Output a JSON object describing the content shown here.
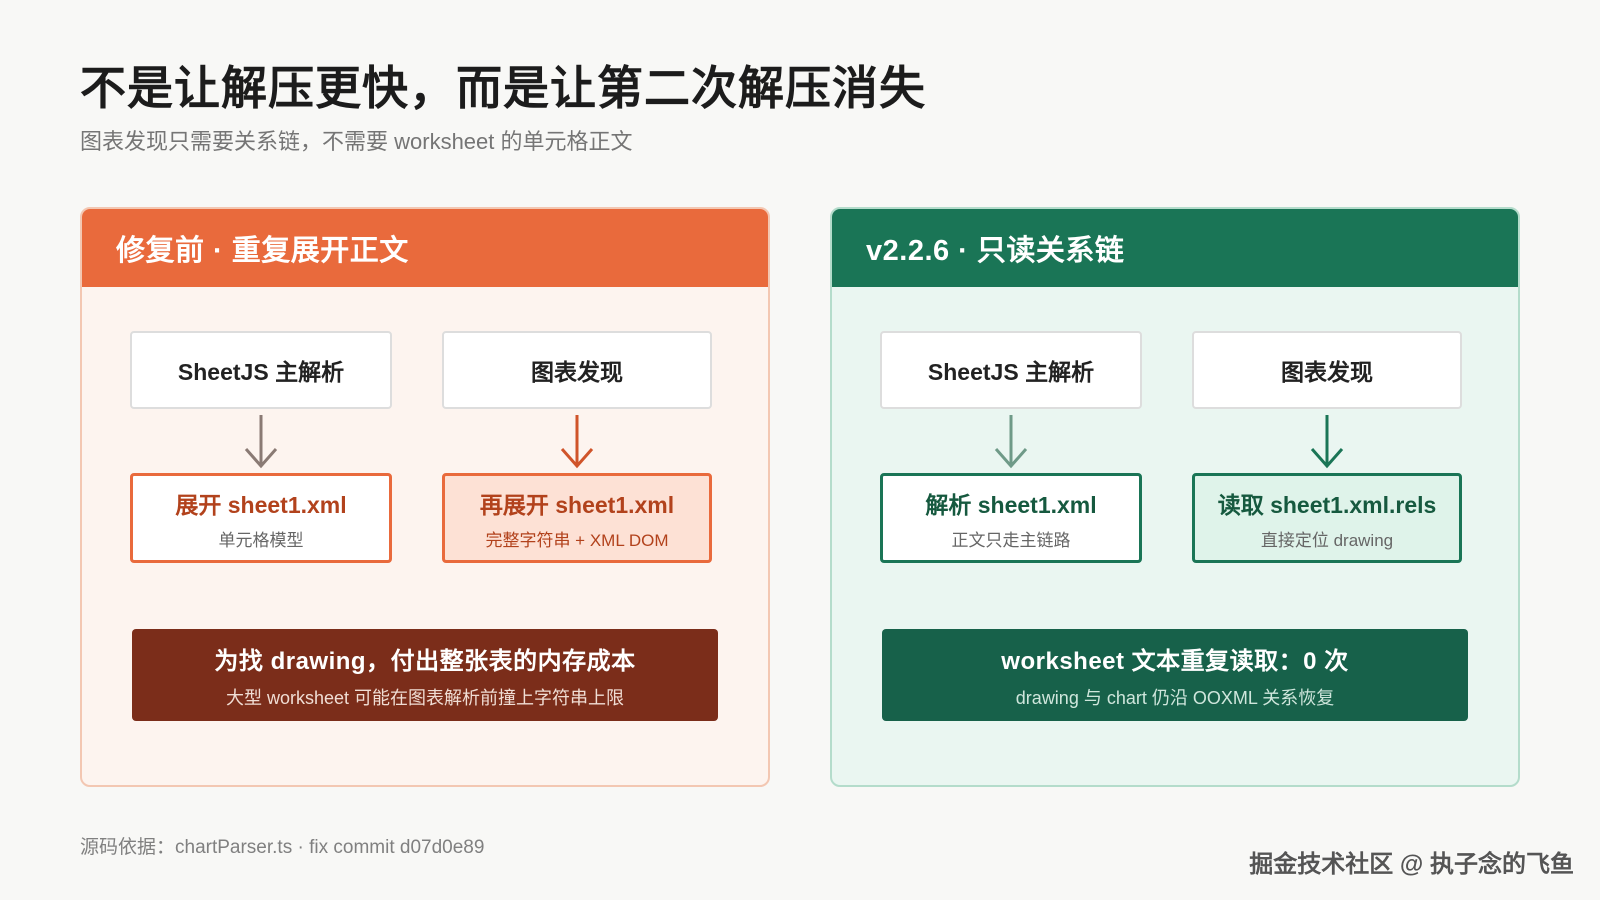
{
  "title": "不是让解压更快，而是让第二次解压消失",
  "subtitle": "图表发现只需要关系链，不需要 worksheet 的单元格正文",
  "left_panel": {
    "header": "修复前 · 重复展开正文",
    "box_a": "SheetJS 主解析",
    "box_b": "图表发现",
    "result_a": {
      "title": "展开 sheet1.xml",
      "desc": "单元格模型"
    },
    "result_b": {
      "title": "再展开 sheet1.xml",
      "desc": "完整字符串 + XML DOM"
    },
    "summary": {
      "title": "为找 drawing，付出整张表的内存成本",
      "desc": "大型 worksheet 可能在图表解析前撞上字符串上限"
    }
  },
  "right_panel": {
    "header": "v2.2.6 · 只读关系链",
    "box_a": "SheetJS 主解析",
    "box_b": "图表发现",
    "result_a": {
      "title": "解析 sheet1.xml",
      "desc": "正文只走主链路"
    },
    "result_b": {
      "title": "读取 sheet1.xml.rels",
      "desc": "直接定位 drawing"
    },
    "summary": {
      "title": "worksheet 文本重复读取：0 次",
      "desc": "drawing 与 chart 仍沿 OOXML 关系恢复"
    }
  },
  "footer": "源码依据：chartParser.ts · fix commit d07d0e89",
  "watermark": "掘金技术社区 @ 执子念的飞鱼",
  "colors": {
    "orange": "#e96a3c",
    "dark_red": "#7b2d1a",
    "green": "#1a7556",
    "dark_green": "#17614a"
  }
}
